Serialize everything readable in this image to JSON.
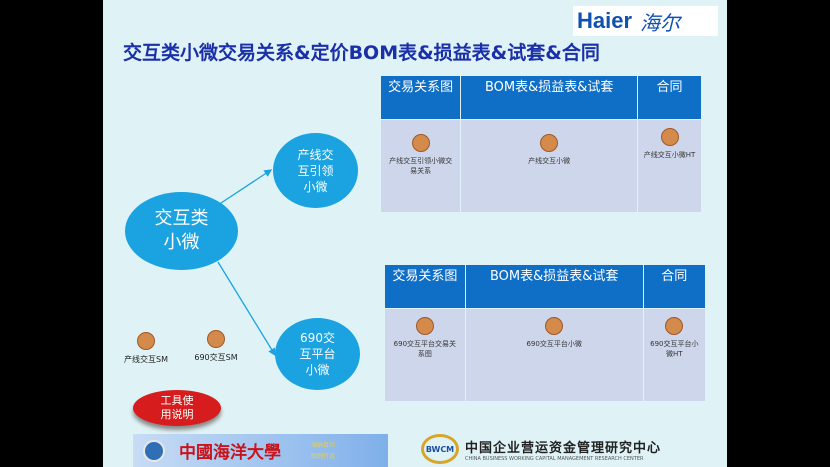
{
  "title": "交互类小微交易关系&定价BOM表&损益表&试套&合同",
  "logo": {
    "brand": "Haier",
    "chinese": "海尔"
  },
  "central_node": "交互类小微",
  "node_top": "产线交互引领小微",
  "node_bottom": "690交互平台小微",
  "table_top": {
    "headers": [
      "交易关系图",
      "BOM表&损益表&试套",
      "合同"
    ],
    "cells": [
      "产线交互引领小微交易关系",
      "产线交互小微",
      "产线交互小微HT"
    ]
  },
  "table_bottom": {
    "headers": [
      "交易关系图",
      "BOM表&损益表&试套",
      "合同"
    ],
    "cells": [
      "690交互平台交易关系图",
      "690交互平台小微",
      "690交互平台小微HT"
    ]
  },
  "files": [
    "产线交互SM",
    "690交互SM"
  ],
  "tool_button": "工具使用说明",
  "footer": {
    "university": "中國海洋大學",
    "motto": [
      "海纳百川",
      "取则行远"
    ],
    "bwcm_logo": "BWCM",
    "center_cn": "中国企业营运资金管理研究中心",
    "center_en": "CHINA BUSINESS WORKING CAPITAL MANAGEMENT RESEARCH CENTER"
  }
}
